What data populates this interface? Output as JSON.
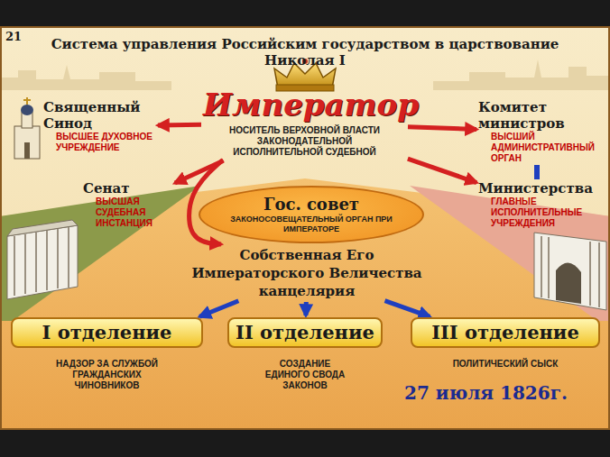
{
  "diagram": {
    "title": "Система управления Российским государством в царствование Николая I",
    "nodes": [
      {
        "text": [
          "Император",
          "НОСИТЕЛЬ ВЕРХОВНОЙ ВЛАСТИ ЗАКОНОДАТЕЛЬНОЙ ИСПОЛНИТЕЛЬНОЙ СУДЕБНОЙ"
        ]
      },
      {
        "text": [
          "Священный Синод",
          "ВЫСШЕЕ ДУХОВНОЕ УЧРЕЖДЕНИЕ"
        ]
      },
      {
        "text": [
          "Сенат",
          "ВЫСШАЯ СУДЕБНАЯ ИНСТАНЦИЯ"
        ]
      },
      {
        "text": [
          "Комитет министров",
          "ВЫСШИЙ АДМИНИСТРАТИВНЫЙ ОРГАН"
        ]
      },
      {
        "text": [
          "Министерства",
          "ГЛАВНЫЕ ИСПОЛНИТЕЛЬНЫЕ УЧРЕЖДЕНИЯ"
        ]
      },
      {
        "text": [
          "Гос. совет",
          "ЗАКОНОСОВЕЩАТЕЛЬНЫЙ ОРГАН ПРИ ИМПЕРАТОРЕ"
        ]
      },
      {
        "text": [
          "Собственная Его Императорского Величества канцелярия"
        ]
      },
      {
        "text": [
          "I отделение",
          "НАДЗОР ЗА СЛУЖБОЙ ГРАЖДАНСКИХ ЧИНОВНИКОВ"
        ]
      },
      {
        "text": [
          "II отделение",
          "СОЗДАНИЕ ЕДИНОГО СВОДА ЗАКОНОВ"
        ]
      },
      {
        "text": [
          "III отделение",
          "ПОЛИТИЧЕСКИЙ СЫСК"
        ]
      }
    ],
    "edges": [
      {
        "from": 0,
        "to": 1,
        "arrow": "to"
      },
      {
        "from": 0,
        "to": 2,
        "arrow": "to"
      },
      {
        "from": 0,
        "to": 3,
        "arrow": "to"
      },
      {
        "from": 0,
        "to": 4,
        "arrow": "to"
      },
      {
        "from": 0,
        "to": 6,
        "arrow": "to"
      },
      {
        "from": 3,
        "to": 4,
        "arrow": "none"
      },
      {
        "from": 6,
        "to": 7,
        "arrow": "to"
      },
      {
        "from": 6,
        "to": 8,
        "arrow": "to"
      },
      {
        "from": 6,
        "to": 9,
        "arrow": "to"
      }
    ],
    "labels": [
      "21",
      "27 июля 1826г."
    ]
  }
}
